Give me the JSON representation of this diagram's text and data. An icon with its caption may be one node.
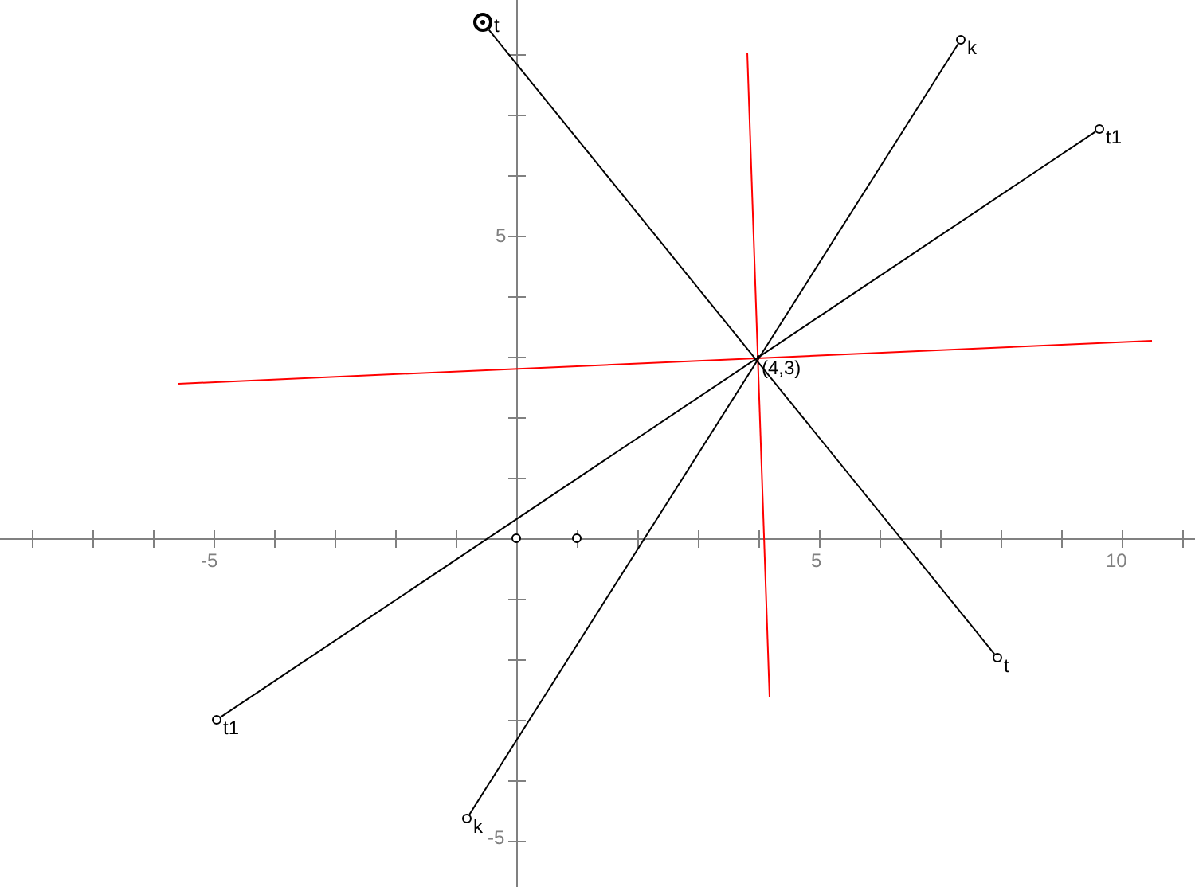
{
  "diagram": {
    "nodes": [
      {
        "text": [
          "t"
        ]
      },
      {
        "text": [
          "k"
        ]
      },
      {
        "text": [
          "t1"
        ]
      },
      {
        "text": [
          "(4,3)"
        ]
      },
      {
        "text": [
          "t1"
        ]
      },
      {
        "text": [
          "k"
        ]
      },
      {
        "text": [
          "t"
        ]
      },
      {
        "text": [],
        "shape": "circle"
      },
      {
        "text": [],
        "shape": "circle"
      }
    ],
    "edges": [
      {
        "from": 0,
        "to": 6,
        "arrow": "none"
      },
      {
        "from": 1,
        "to": 5,
        "arrow": "none"
      },
      {
        "from": 2,
        "to": 4,
        "arrow": "none"
      }
    ],
    "labels": [
      "5",
      "-5",
      "5",
      "10",
      "-5"
    ]
  }
}
